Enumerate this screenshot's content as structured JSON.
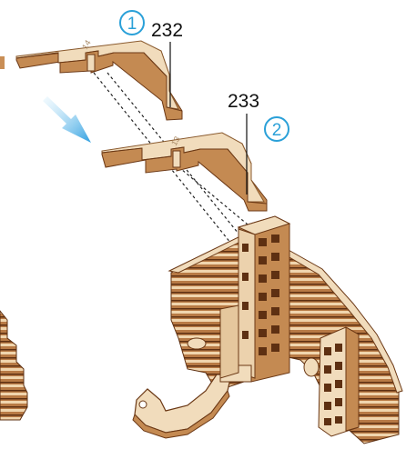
{
  "steps": [
    {
      "number": "1",
      "part": "232"
    },
    {
      "number": "2",
      "part": "233"
    }
  ],
  "engravings": {
    "part_232": "14",
    "part_233": "13"
  },
  "colors": {
    "wood_light": "#f1dcbc",
    "wood_edge": "#c98e56",
    "wood_dark": "#6b3815",
    "step_circle": "#2aa0d8",
    "arrow": "#4fb3e6"
  }
}
